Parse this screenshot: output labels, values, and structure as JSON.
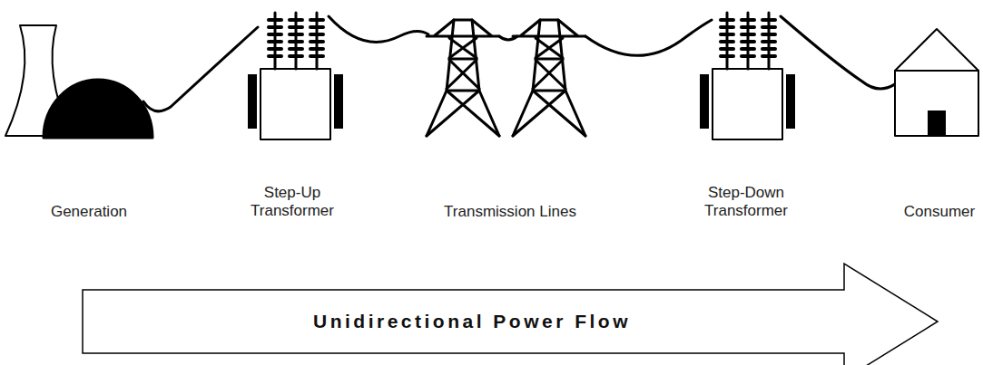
{
  "diagram": {
    "nodes": [
      {
        "text": [
          "Unidirectional Power Flow"
        ]
      }
    ],
    "labels": [
      "Generation",
      "Step-Up Transformer",
      "Transmission Lines",
      "Step-Down Transformer",
      "Consumer"
    ]
  }
}
